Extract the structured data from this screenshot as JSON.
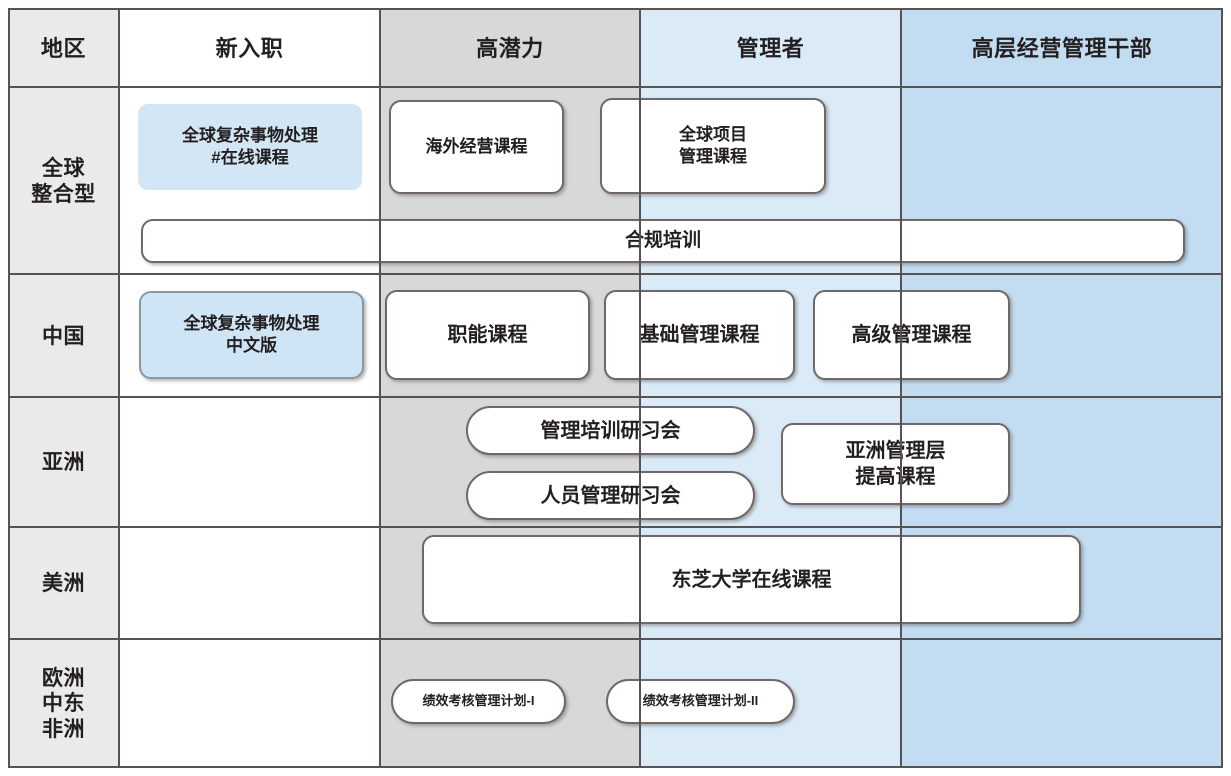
{
  "header": {
    "columns": [
      {
        "label": "地区",
        "kind": "region"
      },
      {
        "label": "新入职",
        "kind": "new-hire"
      },
      {
        "label": "高潜力",
        "kind": "high-potential"
      },
      {
        "label": "管理者",
        "kind": "manager"
      },
      {
        "label": "高层经营管理干部",
        "kind": "executive"
      }
    ]
  },
  "rows": [
    {
      "label": "全球\n整合型",
      "label_lines": [
        "全球",
        "整合型"
      ],
      "name": "global-integrated"
    },
    {
      "label": "中国",
      "label_lines": [
        "中国"
      ],
      "name": "china"
    },
    {
      "label": "亚洲",
      "label_lines": [
        "亚洲"
      ],
      "name": "asia"
    },
    {
      "label": "美洲",
      "label_lines": [
        "美洲"
      ],
      "name": "americas"
    },
    {
      "label": "欧洲\n中东\n非洲",
      "label_lines": [
        "欧洲",
        "中东",
        "非洲"
      ],
      "name": "emea"
    }
  ],
  "row_labels": {
    "r0l0": "全球",
    "r0l1": "整合型",
    "r1l0": "中国",
    "r2l0": "亚洲",
    "r3l0": "美洲",
    "r4l0": "欧洲",
    "r4l1": "中东",
    "r4l2": "非洲"
  },
  "cards": {
    "global_online_course": "全球复杂事物处理\n#在线课程",
    "global_online_course_l1": "全球复杂事物处理",
    "global_online_course_l2": "#在线课程",
    "overseas_business": "海外经营课程",
    "global_pm_l1": "全球项目",
    "global_pm_l2": "管理课程",
    "compliance_training": "合规培训",
    "china_cn_version_l1": "全球复杂事物处理",
    "china_cn_version_l2": "中文版",
    "functional_course": "职能课程",
    "basic_mgmt_course": "基础管理课程",
    "advanced_mgmt_course": "高级管理课程",
    "mgmt_training_workshop": "管理培训研习会",
    "people_mgmt_workshop": "人员管理研习会",
    "asia_mgmt_l1": "亚洲管理层",
    "asia_mgmt_l2": "提高课程",
    "toshiba_univ_online": "东芝大学在线课程",
    "perf_plan_1": "绩效考核管理计划-I",
    "perf_plan_2": "绩效考核管理计划-II"
  },
  "colors": {
    "region_band": "#eaeaea",
    "new_hire_band": "#ffffff",
    "high_potential_band": "#d8d8d8",
    "manager_band": "#daeaf7",
    "executive_band": "#c2dcf2",
    "grid_line": "#595252",
    "card_border": "#6f6866",
    "card_blue_fill": "#cfe4f5",
    "text": "#231f20"
  }
}
